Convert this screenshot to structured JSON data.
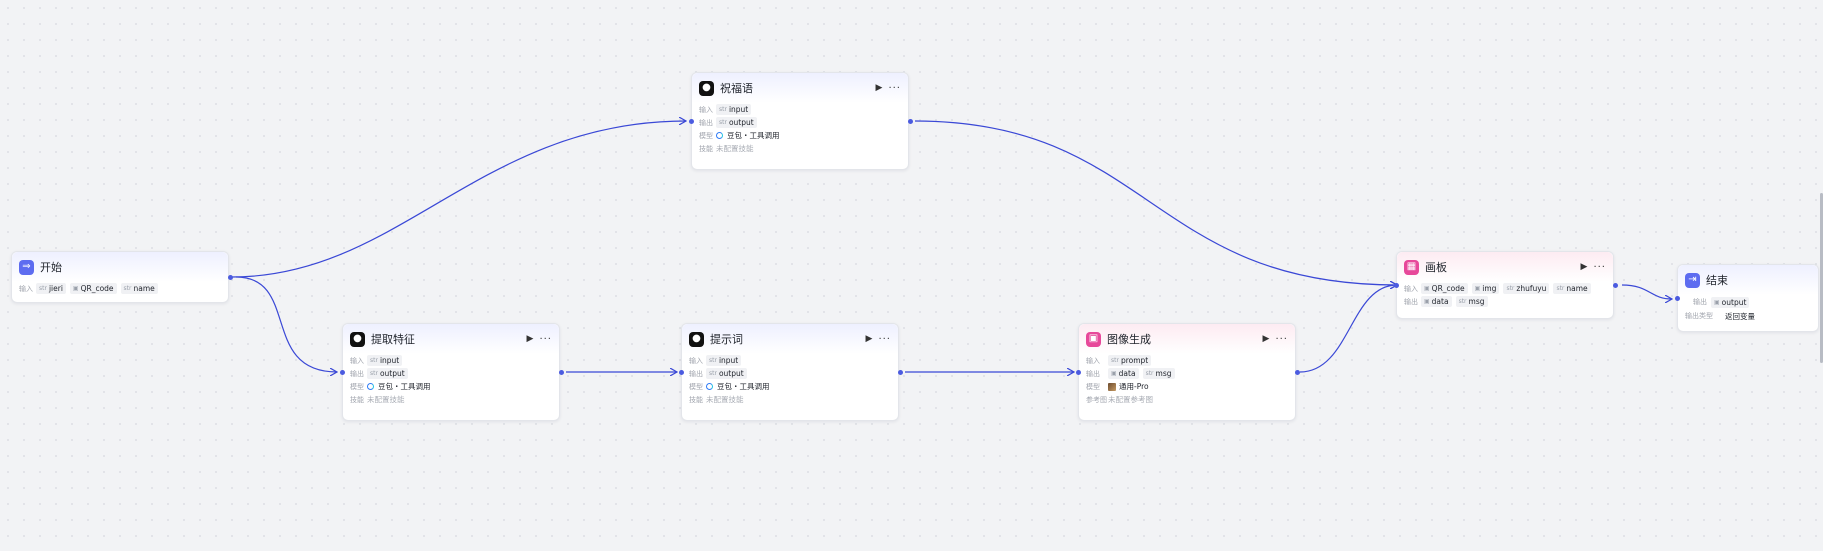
{
  "labels": {
    "input": "输入",
    "output": "输出",
    "model": "模型",
    "skill": "技能",
    "ref_image": "参考图",
    "output_type": "输出类型"
  },
  "nodes": {
    "start": {
      "title": "开始",
      "inputs": [
        "jieri",
        "QR_code",
        "name"
      ]
    },
    "blessing": {
      "title": "祝福语",
      "input": "input",
      "output": "output",
      "model": "豆包・工具调用",
      "skill": "未配置技能"
    },
    "extract": {
      "title": "提取特征",
      "input": "input",
      "output": "output",
      "model": "豆包・工具调用",
      "skill": "未配置技能"
    },
    "prompt": {
      "title": "提示词",
      "input": "input",
      "output": "output",
      "model": "豆包・工具调用",
      "skill": "未配置技能"
    },
    "imagegen": {
      "title": "图像生成",
      "input": "prompt",
      "outputs": [
        "data",
        "msg"
      ],
      "model": "通用-Pro",
      "ref_image": "未配置参考图"
    },
    "canvas": {
      "title": "画板",
      "inputs": [
        "QR_code",
        "img",
        "zhufuyu",
        "name"
      ],
      "outputs": [
        "data",
        "msg"
      ]
    },
    "end": {
      "title": "结束",
      "output": "output",
      "output_type": "返回变量"
    }
  },
  "colors": {
    "edge": "#3a48d6",
    "accent_blue": "#5d6cf0",
    "accent_pink": "#e7489a"
  }
}
